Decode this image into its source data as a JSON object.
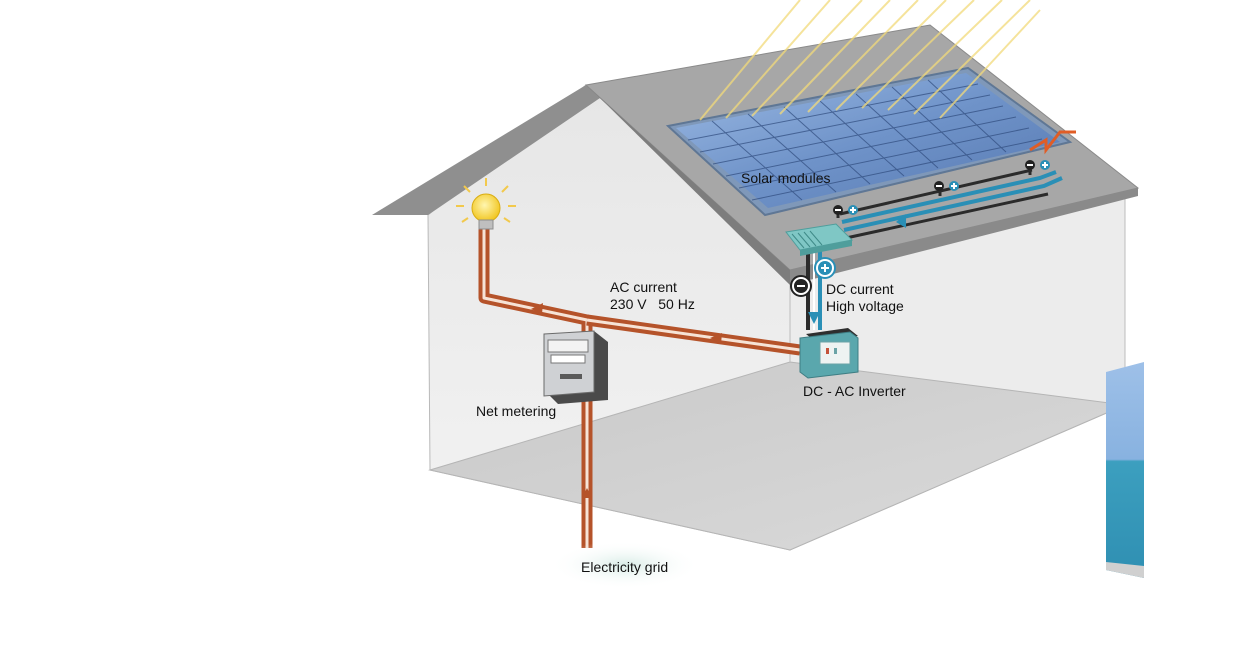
{
  "labels": {
    "solar_modules": "Solar modules",
    "ac_current_line1": "AC current",
    "ac_current_line2": "230 V   50 Hz",
    "dc_current_line1": "DC current",
    "dc_current_line2": "High voltage",
    "inverter": "DC - AC Inverter",
    "net_metering": "Net metering",
    "electricity_grid": "Electricity grid"
  },
  "colors": {
    "house_wall": "#dcdcdc",
    "floor": "#cfcfcf",
    "roof": "#8e8e8e",
    "panel_blue": "#6f93c9",
    "ac_cable": "#b5532a",
    "dc_cable_blue": "#2a8fb6",
    "dc_cable_dark": "#2b2b2b",
    "inverter_teal": "#5aa7ad",
    "bulb_yellow": "#f4d23c",
    "sun_rays": "#f2da7a"
  },
  "icons": {
    "bulb": "light-bulb-icon",
    "plus": "plus-terminal-icon",
    "minus": "minus-terminal-icon"
  }
}
